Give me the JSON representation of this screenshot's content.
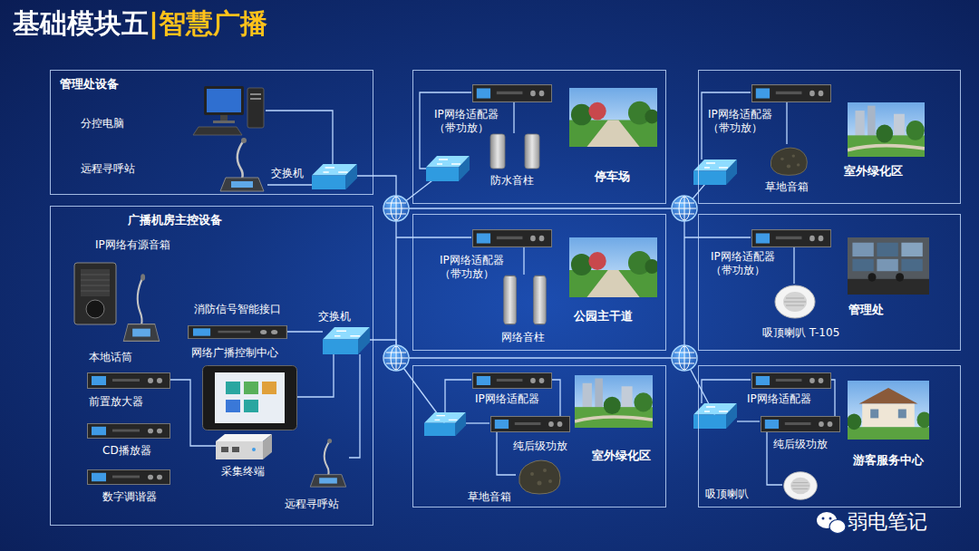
{
  "diagram": {
    "title": "基础模块五|智慧广播",
    "nodes": [
      {
        "text": [
          "管理处设备"
        ]
      },
      {
        "text": [
          "分控电脑"
        ],
        "in": 0
      },
      {
        "text": [
          "远程寻呼站"
        ],
        "in": 0
      },
      {
        "text": [
          "交换机"
        ],
        "in": 0
      },
      {
        "text": [
          "广播机房主控设备"
        ]
      },
      {
        "text": [
          "IP网络有源音箱"
        ],
        "in": 4
      },
      {
        "text": [
          "本地话筒"
        ],
        "in": 4
      },
      {
        "text": [
          "前置放大器"
        ],
        "in": 4
      },
      {
        "text": [
          "CD播放器"
        ],
        "in": 4
      },
      {
        "text": [
          "数字调谐器"
        ],
        "in": 4
      },
      {
        "text": [
          "消防信号智能接口"
        ],
        "in": 4
      },
      {
        "text": [
          "网络广播控制中心"
        ],
        "in": 4
      },
      {
        "text": [
          "采集终端"
        ],
        "in": 4
      },
      {
        "text": [
          "远程寻呼站"
        ],
        "in": 4
      },
      {
        "text": [
          "交换机"
        ],
        "in": 4
      },
      {
        "text": [
          "停车场"
        ]
      },
      {
        "text": [
          "IP网络适配器 （带功放）"
        ],
        "in": 15
      },
      {
        "text": [
          "防水音柱"
        ],
        "in": 15
      },
      {
        "text": [
          "公园主干道"
        ]
      },
      {
        "text": [
          "IP网络适配器 （带功放）"
        ],
        "in": 18
      },
      {
        "text": [
          "网络音柱"
        ],
        "in": 18
      },
      {
        "text": [
          "室外绿化区"
        ]
      },
      {
        "text": [
          "IP网络适配器"
        ],
        "in": 21
      },
      {
        "text": [
          "纯后级功放"
        ],
        "in": 21
      },
      {
        "text": [
          "草地音箱"
        ],
        "in": 21
      },
      {
        "text": [
          "室外绿化区"
        ]
      },
      {
        "text": [
          "IP网络适配器 （带功放）"
        ],
        "in": 25
      },
      {
        "text": [
          "草地音箱"
        ],
        "in": 25
      },
      {
        "text": [
          "管理处"
        ]
      },
      {
        "text": [
          "IP网络适配器 （带功放）"
        ],
        "in": 28
      },
      {
        "text": [
          "吸顶喇叭 T-105"
        ],
        "in": 28
      },
      {
        "text": [
          "游客服务中心"
        ]
      },
      {
        "text": [
          "IP网络适配器"
        ],
        "in": 31
      },
      {
        "text": [
          "纯后级功放"
        ],
        "in": 31
      },
      {
        "text": [
          "吸顶喇叭"
        ],
        "in": 31
      }
    ],
    "edges": [
      {
        "from": 1,
        "to": 3,
        "arrow": "none"
      },
      {
        "from": 2,
        "to": 3,
        "arrow": "none"
      },
      {
        "from": 10,
        "to": 14,
        "arrow": "none"
      },
      {
        "from": 11,
        "to": 14,
        "arrow": "none"
      },
      {
        "from": 13,
        "to": 14,
        "arrow": "none"
      },
      {
        "from": 7,
        "to": 12,
        "arrow": "none"
      },
      {
        "from": 16,
        "to": 17,
        "arrow": "none"
      },
      {
        "from": 19,
        "to": 20,
        "arrow": "none"
      },
      {
        "from": 22,
        "to": 23,
        "arrow": "none"
      },
      {
        "from": 23,
        "to": 24,
        "arrow": "none"
      },
      {
        "from": 26,
        "to": 27,
        "arrow": "none"
      },
      {
        "from": 29,
        "to": 30,
        "arrow": "none"
      },
      {
        "from": 32,
        "to": 33,
        "arrow": "none"
      },
      {
        "from": 33,
        "to": 34,
        "arrow": "none"
      }
    ],
    "labels": [
      "弱电笔记"
    ]
  }
}
